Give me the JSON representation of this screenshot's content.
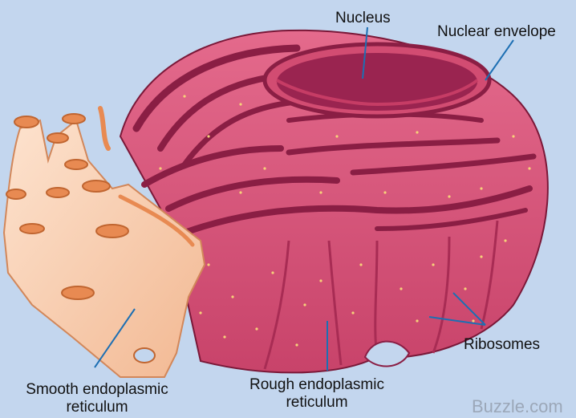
{
  "labels": {
    "nucleus": "Nucleus",
    "nuclear_envelope": "Nuclear envelope",
    "ribosomes": "Ribosomes",
    "smooth_er_line1": "Smooth endoplasmic",
    "smooth_er_line2": "reticulum",
    "rough_er_line1": "Rough endoplasmic",
    "rough_er_line2": "reticulum"
  },
  "watermark": "Buzzle.com",
  "colors": {
    "background": "#c3d6ee",
    "rough_er": "#d8577a",
    "rough_er_dark": "#8a1e44",
    "smooth_er": "#f6c8a8",
    "smooth_er_inner": "#e88a52",
    "ribosome_dots": "#f6d27a",
    "leader_lines": "#1d6fb3"
  }
}
